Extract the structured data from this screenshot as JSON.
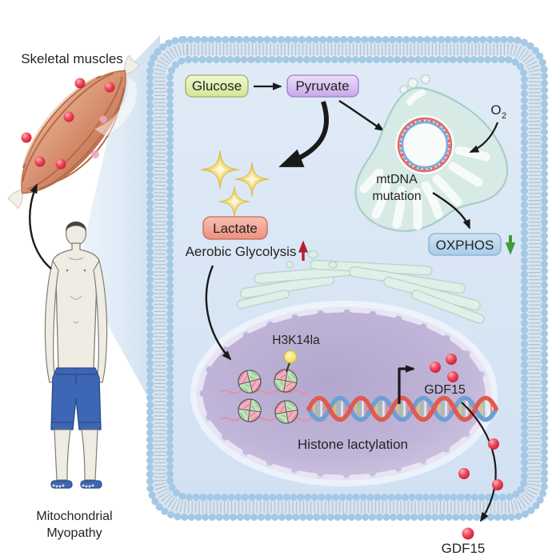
{
  "labels": {
    "skeletal_muscles": "Skeletal muscles",
    "mitochondrial_myopathy_line1": "Mitochondrial",
    "mitochondrial_myopathy_line2": "Myopathy",
    "glucose": "Glucose",
    "pyruvate": "Pyruvate",
    "lactate": "Lactate",
    "aerobic_glycolysis": "Aerobic Glycolysis",
    "o2_main": "O",
    "o2_sub": "2",
    "mtdna_mutation_line1": "mtDNA",
    "mtdna_mutation_line2": "mutation",
    "oxphos": "OXPHOS",
    "h3k14la": "H3K14la",
    "gdf15_nucleus": "GDF15",
    "histone_lactylation": "Histone lactylation",
    "gdf15_secreted": "GDF15"
  },
  "colors": {
    "glucose_box": "#dfeea6",
    "pyruvate_box": "#d2b4ec",
    "lactate_box": "#f2a08f",
    "oxphos_box": "#b9d6ef",
    "upregulation_arrow": "#b41f2f",
    "downregulation_arrow": "#3f9b3c",
    "gdf15_molecule": "#e8344d",
    "cell_membrane": "#a5c8e4",
    "cytoplasm": "#dce8f5",
    "nucleus": "#b7abd2",
    "mitochondrion": "#d7eae6",
    "endoplasmic_reticulum": "#e1efe9",
    "sparkle": "#eecf5c",
    "dna_strand_red": "#e05a50",
    "dna_strand_blue": "#6f9ed6",
    "histone_pink": "#f5b0c0",
    "histone_green": "#c0e2ba",
    "lactylation_mark": "#f3de43",
    "shorts_blue": "#3d66b5"
  }
}
